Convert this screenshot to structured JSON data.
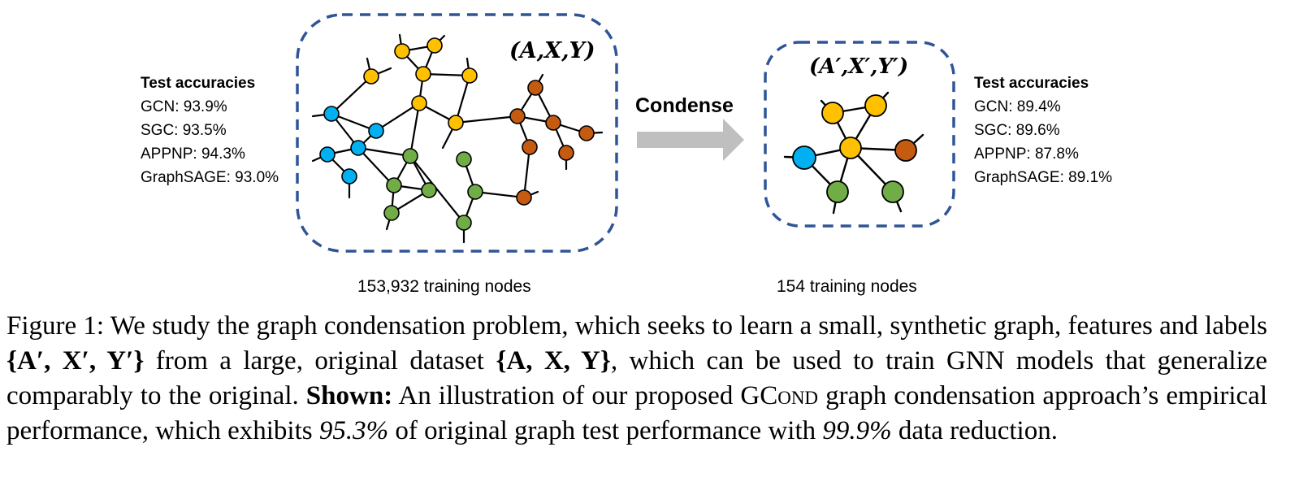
{
  "left_panel": {
    "title": "Test accuracies",
    "rows": [
      "GCN: 93.9%",
      "SGC: 93.5%",
      "APPNP: 94.3%",
      "GraphSAGE: 93.0%"
    ],
    "label_math": "(A,X,Y)",
    "node_count": "153,932 training nodes"
  },
  "arrow": {
    "label": "Condense"
  },
  "right_panel": {
    "title": "Test accuracies",
    "rows": [
      "GCN: 89.4%",
      "SGC: 89.6%",
      "APPNP: 87.8%",
      "GraphSAGE: 89.1%"
    ],
    "label_math": "(A′,X′,Y′)",
    "node_count": "154 training nodes"
  },
  "colors": {
    "yellow": "#FFC000",
    "blue": "#00B0F0",
    "green": "#70AD47",
    "orange": "#C55A11",
    "box_border": "#2F5597",
    "arrow": "#BFBFBF"
  },
  "caption": {
    "label": "Figure 1:",
    "t1": "We study the graph condensation problem, which seeks to learn a small, synthetic graph, features and labels",
    "set1": "{A′, X′, Y′}",
    "t2": "from a large, original dataset",
    "set2": "{A, X, Y}",
    "t3": ", which can be used to train GNN models that generalize comparably to the original.",
    "shown": "Shown:",
    "t4": "An illustration of our proposed",
    "method": "GCond",
    "t5": "graph condensation approach’s empirical performance, which exhibits",
    "pct1": "95.3%",
    "t6": "of original graph test performance with",
    "pct2": "99.9%",
    "t7": "data reduction."
  }
}
